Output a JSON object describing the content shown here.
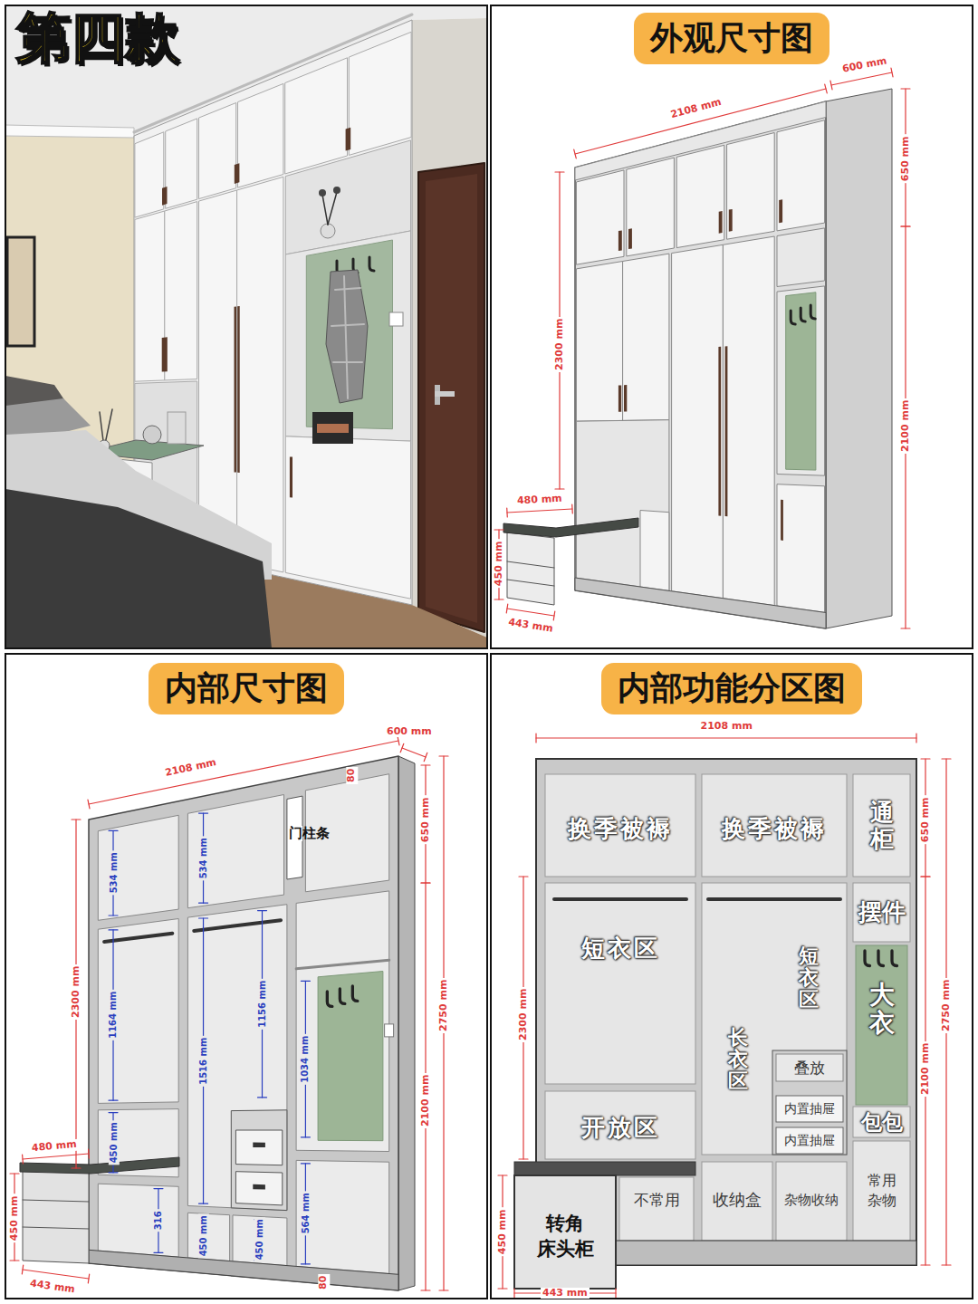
{
  "diagram": {
    "title": "第四款",
    "nodes": [
      {
        "text": [
          "外观尺寸图"
        ]
      },
      {
        "text": [
          "内部尺寸图"
        ]
      },
      {
        "text": [
          "内部功能分区图"
        ]
      },
      {
        "text": [
          "换季被褥"
        ]
      },
      {
        "text": [
          "换季被褥"
        ]
      },
      {
        "text": [
          "通柜"
        ]
      },
      {
        "text": [
          "摆件"
        ]
      },
      {
        "text": [
          "短衣区"
        ]
      },
      {
        "text": [
          "短衣区"
        ]
      },
      {
        "text": [
          "大衣"
        ]
      },
      {
        "text": [
          "长衣区"
        ]
      },
      {
        "text": [
          "叠放"
        ]
      },
      {
        "text": [
          "内置抽屉"
        ]
      },
      {
        "text": [
          "内置抽屉"
        ]
      },
      {
        "text": [
          "开放区"
        ]
      },
      {
        "text": [
          "包包"
        ]
      },
      {
        "text": [
          "不常用"
        ]
      },
      {
        "text": [
          "收纳盒"
        ]
      },
      {
        "text": [
          "杂物收纳"
        ]
      },
      {
        "text": [
          "常用 杂物"
        ]
      },
      {
        "text": [
          "转角 床头柜"
        ]
      }
    ],
    "labels": [
      "2108 mm",
      "600 mm",
      "650 mm",
      "2300 mm",
      "2100 mm",
      "480 mm",
      "450 mm",
      "443 mm",
      "2108 mm",
      "600 mm",
      "80",
      "门柱条",
      "650 mm",
      "534 mm",
      "534 mm",
      "2300 mm",
      "1164 mm",
      "1516 mm",
      "1156 mm",
      "1034 mm",
      "2750 mm",
      "2100 mm",
      "480 mm",
      "450 mm",
      "450 mm",
      "450 mm",
      "450 mm",
      "316",
      "564 mm",
      "443 mm",
      "80",
      "2108 mm",
      "650 mm",
      "2300 mm",
      "2750 mm",
      "2100 mm",
      "450 mm",
      "443 mm"
    ]
  }
}
